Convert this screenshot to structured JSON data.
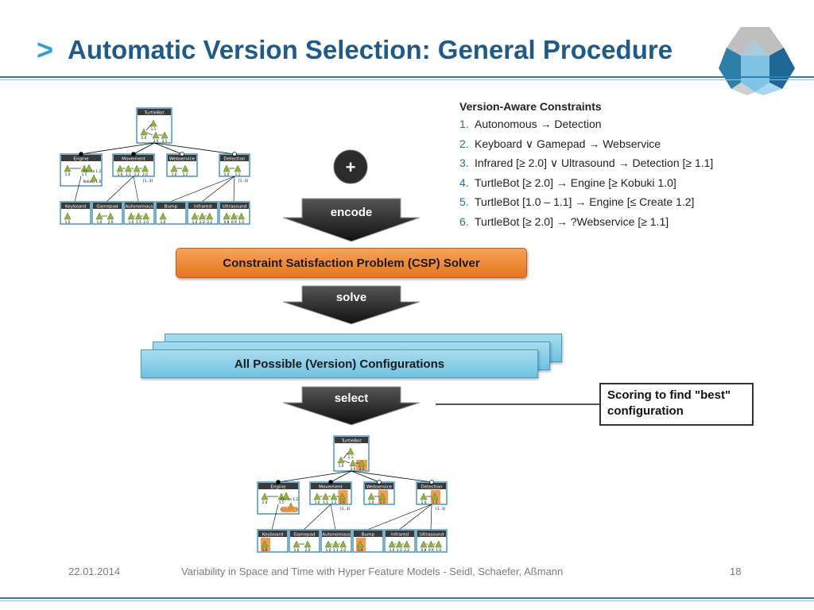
{
  "slide": {
    "title": "Automatic Version Selection: General Procedure",
    "title_marker": ">"
  },
  "constraints": {
    "heading": "Version-Aware Constraints",
    "items": [
      {
        "num": "1.",
        "text": "Autonomous → Detection"
      },
      {
        "num": "2.",
        "text": "Keyboard ∨ Gamepad → Webservice"
      },
      {
        "num": "3.",
        "text": "Infrared [≥ 2.0] ∨ Ultrasound → Detection [≥ 1.1]"
      },
      {
        "num": "4.",
        "text": "TurtleBot [≥ 2.0] → Engine [≥ Kobuki 1.0]"
      },
      {
        "num": "5.",
        "text": "TurtleBot [1.0 – 1.1] → Engine [≤ Create 1.2]"
      },
      {
        "num": "6.",
        "text": "TurtleBot [≥ 2.0] → ?Webservice [≥ 1.1]"
      }
    ]
  },
  "process": {
    "plus": "+",
    "encode": "encode",
    "solver": "Constraint Satisfaction Problem (CSP) Solver",
    "solve": "solve",
    "configurations": "All Possible (Version) Configurations",
    "select": "select",
    "scoring": "Scoring to find \"best\" configuration"
  },
  "feature_model": {
    "root": {
      "name": "TurtleBot",
      "versions": [
        "1.0",
        "1.1",
        "2.0",
        "2.1"
      ]
    },
    "level1": [
      {
        "name": "Engine",
        "versions": [
          "1.0",
          "1.1",
          "Create 1.2",
          "Kobuki 1.0"
        ]
      },
      {
        "name": "Movement",
        "versions": [
          "1.0",
          "1.1",
          "1.2",
          "2.0"
        ]
      },
      {
        "name": "Webservice",
        "versions": [
          "1.0",
          "1.1"
        ]
      },
      {
        "name": "Detection",
        "versions": [
          "1.0",
          "1.1"
        ]
      }
    ],
    "level2": [
      {
        "name": "Keyboard",
        "versions": [
          "1.0"
        ]
      },
      {
        "name": "Gamepad",
        "versions": [
          "1.0",
          "2.0"
        ]
      },
      {
        "name": "Autonomous",
        "versions": [
          "1.0",
          "1.1",
          "2.0"
        ]
      },
      {
        "name": "Bump",
        "versions": [
          "1.0"
        ]
      },
      {
        "name": "Infrared",
        "versions": [
          "1.0",
          "2.0",
          "2.2"
        ]
      },
      {
        "name": "Ultrasound",
        "versions": [
          "0.8",
          "0.9",
          "1.0"
        ]
      }
    ],
    "cardinality": "[1..3]"
  },
  "selected_config": {
    "root": "2.1",
    "Engine": "Kobuki 1.0",
    "Movement": "2.0",
    "Webservice": "1.1",
    "Detection": "1.1",
    "Keyboard": "1.0",
    "Bump": "1.0"
  },
  "colors": {
    "title": "#1f5b8a",
    "accent": "#2e9fd8",
    "solver": "#f08a33",
    "config": "#7fcbe6",
    "feature_border": "#3a8fbf",
    "version_triangle": "#8fb83a",
    "selected": "#f08a33"
  },
  "footer": {
    "date": "22.01.2014",
    "text": "Variability in Space and Time with Hyper Feature Models - Seidl, Schaefer, Aßmann",
    "page": "18"
  }
}
